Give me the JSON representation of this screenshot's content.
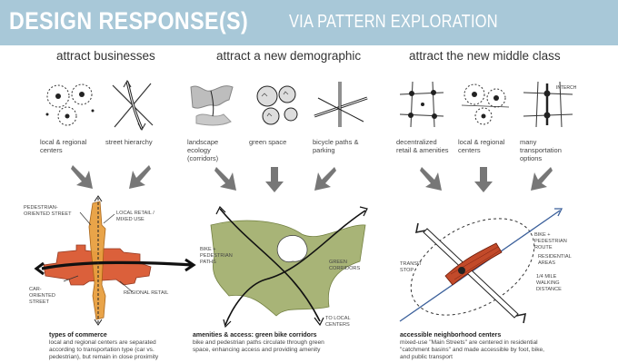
{
  "banner": {
    "title": "DESIGN RESPONSE(S)",
    "subtitle": "VIA PATTERN EXPLORATION"
  },
  "columns": [
    {
      "heading": "attract businesses",
      "sketches": [
        {
          "caption": "local & regional centers"
        },
        {
          "caption": "street hierarchy"
        }
      ],
      "diagram_labels": {
        "ped_street": "PEDESTRIAN-ORIENTED STREET",
        "local_retail": "LOCAL RETAIL / MIXED USE",
        "car_street": "CAR-ORIENTED STREET",
        "regional_retail": "REGIONAL RETAIL"
      },
      "description_title": "types of commerce",
      "description_body": "local and regional centers are separated according to transportation type (car vs. pedestrian), but remain in close proximity"
    },
    {
      "heading": "attract a new demographic",
      "sketches": [
        {
          "caption": "landscape ecology (corridors)"
        },
        {
          "caption": "green space"
        },
        {
          "caption": "bicycle paths & parking"
        }
      ],
      "diagram_labels": {
        "bike_paths": "BIKE + PEDESTRIAN PATHS",
        "green_corridors": "GREEN CORRIDORS",
        "to_local": "TO LOCAL CENTERS"
      },
      "description_title": "amenities & access: green bike corridors",
      "description_body": "bike and pedestrian paths circulate through green space, enhancing access and providing amenity"
    },
    {
      "heading": "attract the new middle class",
      "sketches": [
        {
          "caption": "decentralized retail & amenities"
        },
        {
          "caption": "local & regional centers"
        },
        {
          "caption": "many transportation options"
        }
      ],
      "diagram_labels": {
        "bike_route": "BIKE + PEDESTRIAN ROUTE",
        "residential": "RESIDENTIAL AREAS",
        "transit": "TRANSIT STOP",
        "walking": "1/4 MILE WALKING DISTANCE"
      },
      "description_title": "accessible neighborhood centers",
      "description_body": "mixed-use \"Main Streets\" are centered in residential \"catchment basins\" and made accessible by foot, bike, and public transport"
    }
  ],
  "colors": {
    "banner": "#a8c8d8",
    "commerce_red": "#d9532b",
    "commerce_orange": "#e8a040",
    "green_space": "#9aa860",
    "arrow_gray": "#777777"
  }
}
